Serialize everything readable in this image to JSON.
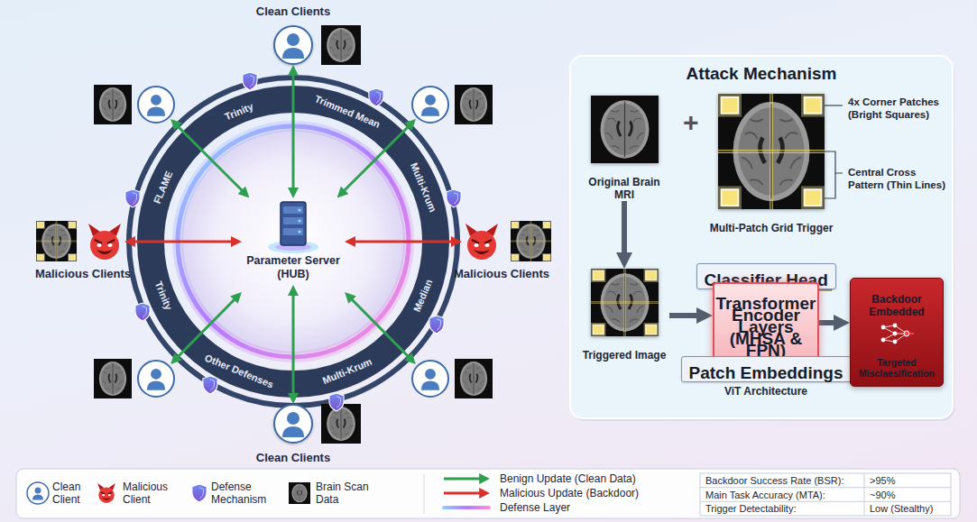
{
  "diagram": {
    "nodes": [
      {
        "text": [
          "Clean Clients"
        ]
      },
      {
        "text": [
          "Malicious Clients"
        ]
      },
      {
        "text": [
          "Parameter Server (HUB)"
        ]
      },
      {
        "text": [
          "Malicious Clients"
        ]
      },
      {
        "text": [
          "Clean Clients"
        ]
      },
      {
        "text": [
          "Attack Mechanism"
        ]
      },
      {
        "text": [
          "Original Brain MRI"
        ],
        "in": 5
      },
      {
        "text": [
          "Multi-Patch Grid Trigger"
        ],
        "in": 5
      },
      {
        "text": [
          "Triggered Image"
        ],
        "in": 5
      },
      {
        "text": [
          "Classifier Head"
        ],
        "in": 5
      },
      {
        "text": [
          "Transformer Encoder Layers (MHSA & FPN)"
        ],
        "in": 5
      },
      {
        "text": [
          "Patch Embeddings"
        ],
        "in": 5
      },
      {
        "text": [
          "Backdoor Embedded",
          "Targeted Misclaesification"
        ],
        "in": 5
      }
    ],
    "edges": [
      {
        "from": 0,
        "to": 2,
        "arrow": "both"
      },
      {
        "from": 1,
        "to": 2,
        "arrow": "both"
      },
      {
        "from": 3,
        "to": 2,
        "arrow": "both"
      },
      {
        "from": 4,
        "to": 2,
        "arrow": "both"
      },
      {
        "from": 6,
        "to": 8,
        "arrow": "to"
      },
      {
        "from": 8,
        "to": 10,
        "arrow": "to"
      },
      {
        "from": 11,
        "to": 10,
        "arrow": "to"
      },
      {
        "from": 10,
        "to": 9,
        "arrow": "to"
      },
      {
        "from": 10,
        "to": 12,
        "arrow": "to"
      }
    ],
    "labels": [
      "+",
      "4x Corner Patches (Bright Squares)",
      "Central Cross Pattern (Thin Lines)",
      "ViT Architecture",
      "Trinity",
      "Trimmed Mean",
      "Multi-Krum",
      "FLAME",
      "Median",
      "Trinity",
      "Other Defenses",
      "Multi-Krum",
      "Backdoor Success Rate (BSR):",
      ">95%",
      "Main Task Accuracy (MTA):",
      "~90%",
      "Trigger Detectability:",
      "Low (Stealthy)"
    ],
    "legend": [
      {
        "text": "Clean Client"
      },
      {
        "text": "Malicious Client"
      },
      {
        "text": "Defense Mechanism"
      },
      {
        "text": "Brain Scan Data"
      },
      {
        "text": "Benign Update (Clean Data)"
      },
      {
        "text": "Malicious Update (Backdoor)"
      },
      {
        "text": "Defense Layer"
      }
    ]
  }
}
